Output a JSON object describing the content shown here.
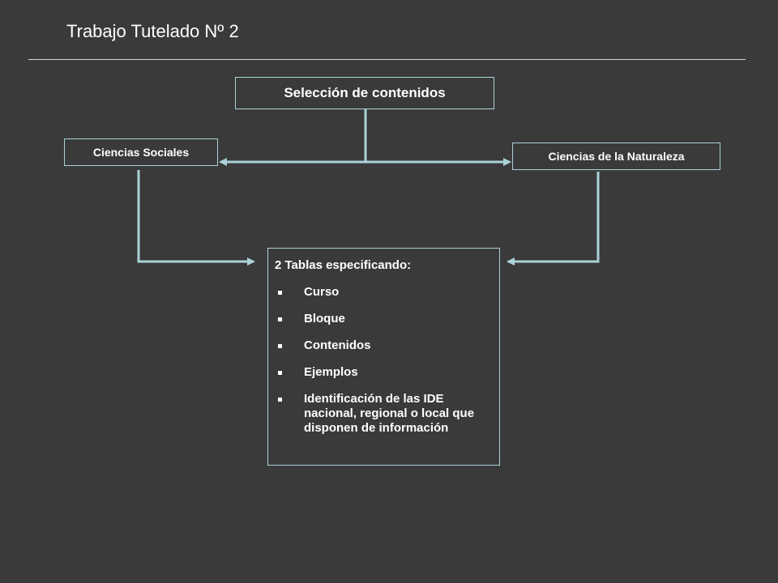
{
  "slide": {
    "title": "Trabajo Tutelado Nº 2"
  },
  "diagram": {
    "root": "Selección de contenidos",
    "left_branch": "Ciencias Sociales",
    "right_branch": "Ciencias de la Naturaleza",
    "result": {
      "heading": "2 Tablas especificando:",
      "items": [
        "Curso",
        "Bloque",
        "Contenidos",
        "Ejemplos",
        "Identificación de las IDE nacional, regional o local que disponen de información"
      ]
    }
  },
  "colors": {
    "background": "#3a3a3a",
    "connector": "#a9d3d9",
    "text": "#ffffff"
  }
}
